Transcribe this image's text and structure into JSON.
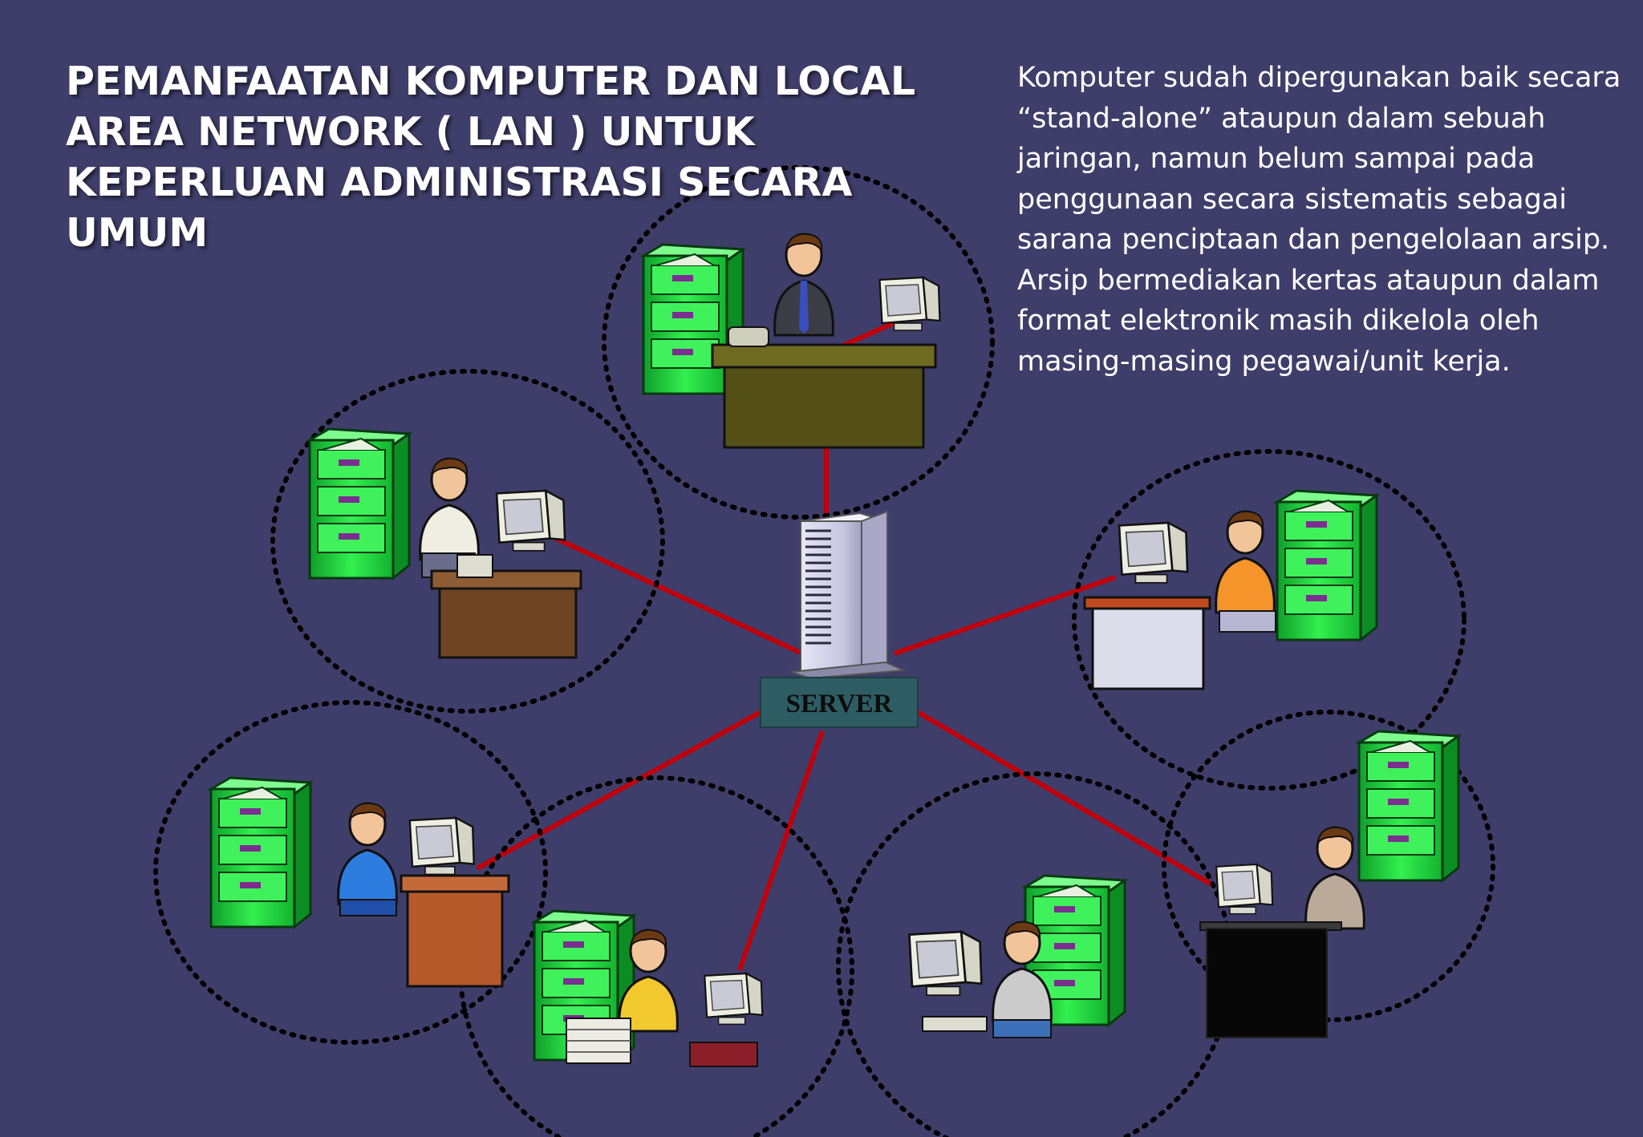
{
  "title": "PEMANFAATAN KOMPUTER DAN LOCAL AREA NETWORK ( LAN ) UNTUK KEPERLUAN ADMINISTRASI SECARA UMUM",
  "description": "Komputer sudah dipergunakan baik secara “stand-alone” ataupun dalam sebuah jaringan, namun belum sampai pada penggunaan secara sistematis sebagai sarana penciptaan dan pengelolaan arsip. Arsip bermediakan kertas ataupun dalam format elektronik masih dikelola oleh masing-masing pegawai/unit kerja.",
  "server": {
    "label": "SERVER"
  },
  "colors": {
    "background": "#3f3e6a",
    "link": "#c0000b",
    "cabinet": "#22d63c",
    "server_label_bg": "#2d5d62",
    "circle_border": "#000000"
  },
  "workstations": [
    {
      "name": "manager-at-desk",
      "icons": [
        "filing-cabinet-icon",
        "manager-icon",
        "desk-icon",
        "telephone-icon",
        "monitor-icon"
      ]
    },
    {
      "name": "clerk-typing",
      "icons": [
        "filing-cabinet-icon",
        "clerk-icon",
        "desk-icon",
        "keyboard-icon",
        "monitor-icon"
      ]
    },
    {
      "name": "operator-orange-shirt",
      "icons": [
        "filing-cabinet-icon",
        "operator-icon",
        "desk-icon",
        "monitor-icon"
      ]
    },
    {
      "name": "worker-blue-hunched",
      "icons": [
        "filing-cabinet-icon",
        "worker-icon",
        "desk-icon",
        "monitor-icon"
      ]
    },
    {
      "name": "woman-with-papers",
      "icons": [
        "filing-cabinet-icon",
        "woman-icon",
        "paper-stack-icon",
        "monitor-icon"
      ]
    },
    {
      "name": "man-at-computer",
      "icons": [
        "filing-cabinet-icon",
        "man-icon",
        "monitor-icon"
      ]
    },
    {
      "name": "man-at-black-desk",
      "icons": [
        "filing-cabinet-icon",
        "man-icon",
        "desk-icon",
        "monitor-icon"
      ]
    }
  ]
}
